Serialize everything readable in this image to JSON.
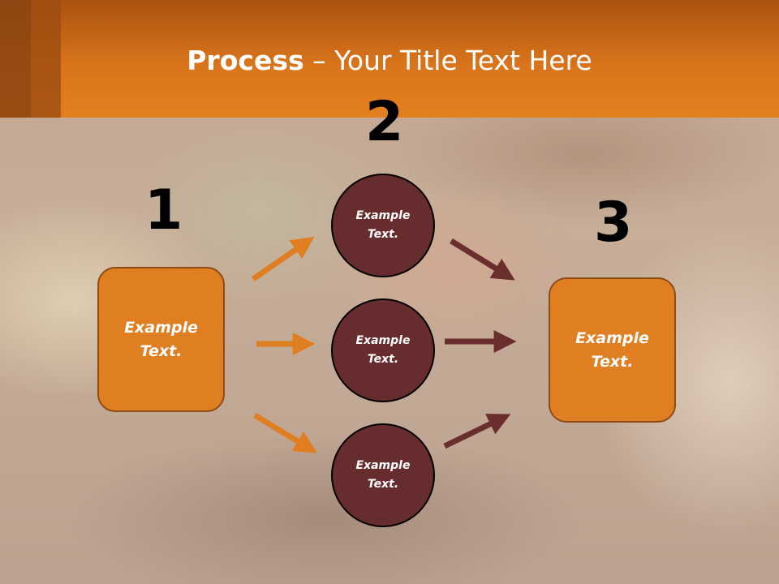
{
  "slide": {
    "title_bold": "Process",
    "title_rest": " – Your Title Text Here"
  },
  "steps": [
    {
      "number": "1",
      "text_line1": "Example",
      "text_line2": "Text."
    },
    {
      "number": "2"
    },
    {
      "number": "3",
      "text_line1": "Example",
      "text_line2": "Text."
    }
  ],
  "circles": [
    {
      "text_line1": "Example",
      "text_line2": "Text."
    },
    {
      "text_line1": "Example",
      "text_line2": "Text."
    },
    {
      "text_line1": "Example",
      "text_line2": "Text."
    }
  ],
  "colors": {
    "header": "#e07e22",
    "box_fill": "#e07e22",
    "circle_fill": "#672c2d",
    "arrow_left": "#e07e22",
    "arrow_right": "#6a2e2e"
  }
}
